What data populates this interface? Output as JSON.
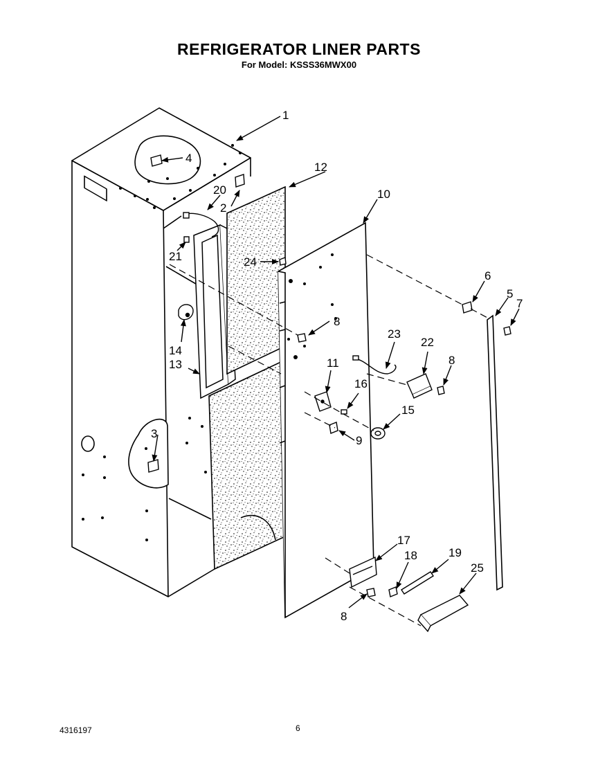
{
  "header": {
    "title": "REFRIGERATOR LINER PARTS",
    "subtitle": "For Model: KSSS36MWX00"
  },
  "footer": {
    "doc_number": "4316197",
    "page_number": "6"
  },
  "callouts": {
    "c1": "1",
    "c2": "2",
    "c3": "3",
    "c4": "4",
    "c5": "5",
    "c6": "6",
    "c7": "7",
    "c8a": "8",
    "c8b": "8",
    "c8c": "8",
    "c9": "9",
    "c10": "10",
    "c11": "11",
    "c12": "12",
    "c13": "13",
    "c14": "14",
    "c15": "15",
    "c16": "16",
    "c17": "17",
    "c18": "18",
    "c19": "19",
    "c20": "20",
    "c21": "21",
    "c22": "22",
    "c23": "23",
    "c24": "24",
    "c25": "25"
  }
}
